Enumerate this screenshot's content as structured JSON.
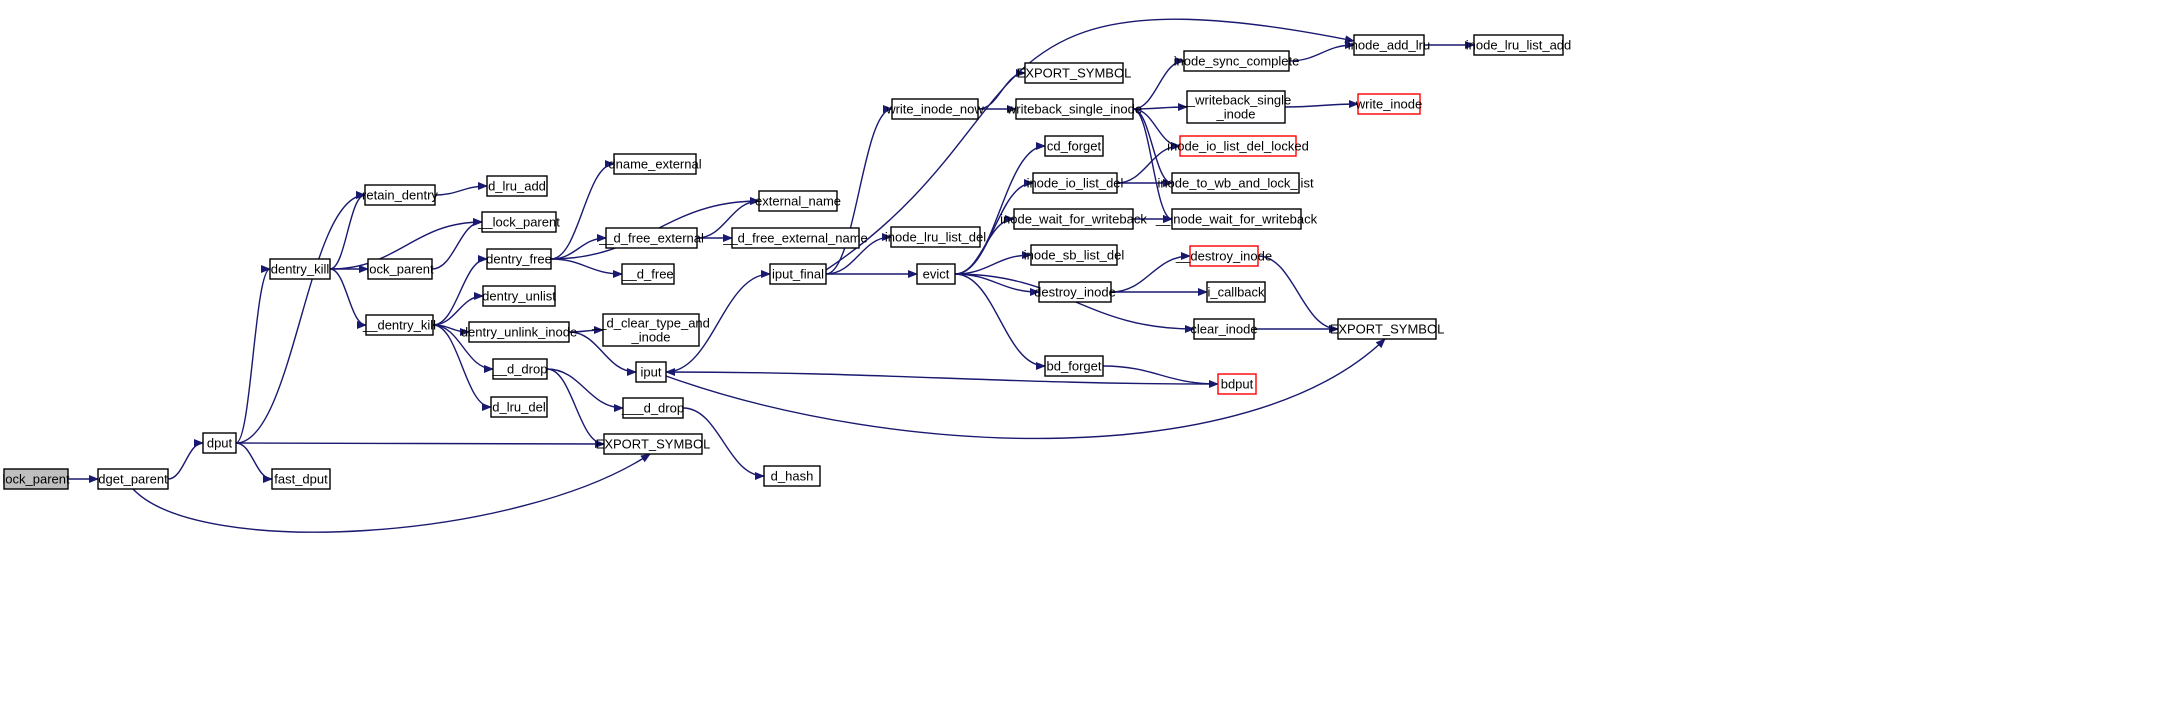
{
  "colors": {
    "edge": "#191970",
    "node_border": "#000000",
    "node_fill": "#ffffff",
    "root_fill": "#bfbfbf",
    "truncated_border": "#ff0000",
    "text": "#000000"
  },
  "nodes": [
    {
      "id": "lock_parent_root",
      "lines": [
        "lock_parent"
      ],
      "kind": "root"
    },
    {
      "id": "dget_parent",
      "lines": [
        "dget_parent"
      ],
      "kind": "normal"
    },
    {
      "id": "dput",
      "lines": [
        "dput"
      ],
      "kind": "normal"
    },
    {
      "id": "dentry_kill",
      "lines": [
        "dentry_kill"
      ],
      "kind": "normal"
    },
    {
      "id": "fast_dput",
      "lines": [
        "fast_dput"
      ],
      "kind": "normal"
    },
    {
      "id": "export_symbol_1",
      "lines": [
        "EXPORT_SYMBOL"
      ],
      "kind": "normal"
    },
    {
      "id": "retain_dentry",
      "lines": [
        "retain_dentry"
      ],
      "kind": "normal"
    },
    {
      "id": "lock_parent_2",
      "lines": [
        "lock_parent"
      ],
      "kind": "normal"
    },
    {
      "id": "__lock_parent",
      "lines": [
        "__lock_parent"
      ],
      "kind": "normal"
    },
    {
      "id": "__dentry_kill",
      "lines": [
        "__dentry_kill"
      ],
      "kind": "normal"
    },
    {
      "id": "d_lru_add",
      "lines": [
        "d_lru_add"
      ],
      "kind": "normal"
    },
    {
      "id": "dentry_free",
      "lines": [
        "dentry_free"
      ],
      "kind": "normal"
    },
    {
      "id": "dentry_unlist",
      "lines": [
        "dentry_unlist"
      ],
      "kind": "normal"
    },
    {
      "id": "dentry_unlink_inode",
      "lines": [
        "dentry_unlink_inode"
      ],
      "kind": "normal"
    },
    {
      "id": "__d_drop",
      "lines": [
        "__d_drop"
      ],
      "kind": "normal"
    },
    {
      "id": "d_lru_del",
      "lines": [
        "d_lru_del"
      ],
      "kind": "normal"
    },
    {
      "id": "dname_external",
      "lines": [
        "dname_external"
      ],
      "kind": "normal"
    },
    {
      "id": "external_name",
      "lines": [
        "external_name"
      ],
      "kind": "normal"
    },
    {
      "id": "__d_free_external",
      "lines": [
        "__d_free_external"
      ],
      "kind": "normal"
    },
    {
      "id": "__d_free_external_name",
      "lines": [
        "__d_free_external_name"
      ],
      "kind": "normal"
    },
    {
      "id": "__d_free",
      "lines": [
        "__d_free"
      ],
      "kind": "normal"
    },
    {
      "id": "__d_clear_type_and_inode",
      "lines": [
        "__d_clear_type_and",
        "_inode"
      ],
      "kind": "normal"
    },
    {
      "id": "iput",
      "lines": [
        "iput"
      ],
      "kind": "normal"
    },
    {
      "id": "___d_drop",
      "lines": [
        "___d_drop"
      ],
      "kind": "normal"
    },
    {
      "id": "d_hash",
      "lines": [
        "d_hash"
      ],
      "kind": "normal"
    },
    {
      "id": "iput_final",
      "lines": [
        "iput_final"
      ],
      "kind": "normal"
    },
    {
      "id": "write_inode_now",
      "lines": [
        "write_inode_now"
      ],
      "kind": "normal"
    },
    {
      "id": "inode_lru_list_del",
      "lines": [
        "inode_lru_list_del"
      ],
      "kind": "normal"
    },
    {
      "id": "evict",
      "lines": [
        "evict"
      ],
      "kind": "normal"
    },
    {
      "id": "export_symbol_2",
      "lines": [
        "EXPORT_SYMBOL"
      ],
      "kind": "normal"
    },
    {
      "id": "writeback_single_inode",
      "lines": [
        "writeback_single_inode"
      ],
      "kind": "normal"
    },
    {
      "id": "cd_forget",
      "lines": [
        "cd_forget"
      ],
      "kind": "normal"
    },
    {
      "id": "inode_io_list_del",
      "lines": [
        "inode_io_list_del"
      ],
      "kind": "normal"
    },
    {
      "id": "inode_wait_for_writeback",
      "lines": [
        "inode_wait_for_writeback"
      ],
      "kind": "normal"
    },
    {
      "id": "inode_sb_list_del",
      "lines": [
        "inode_sb_list_del"
      ],
      "kind": "normal"
    },
    {
      "id": "destroy_inode",
      "lines": [
        "destroy_inode"
      ],
      "kind": "normal"
    },
    {
      "id": "clear_inode",
      "lines": [
        "clear_inode"
      ],
      "kind": "normal"
    },
    {
      "id": "bd_forget",
      "lines": [
        "bd_forget"
      ],
      "kind": "normal"
    },
    {
      "id": "inode_sync_complete",
      "lines": [
        "inode_sync_complete"
      ],
      "kind": "normal"
    },
    {
      "id": "__writeback_single_inode",
      "lines": [
        "__writeback_single",
        "_inode"
      ],
      "kind": "normal"
    },
    {
      "id": "inode_io_list_del_locked",
      "lines": [
        "inode_io_list_del_locked"
      ],
      "kind": "truncated"
    },
    {
      "id": "inode_to_wb_and_lock_list",
      "lines": [
        "inode_to_wb_and_lock_list"
      ],
      "kind": "normal"
    },
    {
      "id": "__inode_wait_for_writeback",
      "lines": [
        "__inode_wait_for_writeback"
      ],
      "kind": "normal"
    },
    {
      "id": "__destroy_inode",
      "lines": [
        "__destroy_inode"
      ],
      "kind": "truncated"
    },
    {
      "id": "i_callback",
      "lines": [
        "i_callback"
      ],
      "kind": "normal"
    },
    {
      "id": "bdput",
      "lines": [
        "bdput"
      ],
      "kind": "truncated"
    },
    {
      "id": "inode_add_lru",
      "lines": [
        "inode_add_lru"
      ],
      "kind": "normal"
    },
    {
      "id": "inode_lru_list_add",
      "lines": [
        "inode_lru_list_add"
      ],
      "kind": "normal"
    },
    {
      "id": "write_inode",
      "lines": [
        "write_inode"
      ],
      "kind": "truncated"
    },
    {
      "id": "export_symbol_3",
      "lines": [
        "EXPORT_SYMBOL"
      ],
      "kind": "normal"
    }
  ],
  "edges": [
    {
      "from": "lock_parent_root",
      "to": "dget_parent"
    },
    {
      "from": "dget_parent",
      "to": "dput"
    },
    {
      "from": "dget_parent",
      "to": "export_symbol_1"
    },
    {
      "from": "dput",
      "to": "dentry_kill"
    },
    {
      "from": "dput",
      "to": "retain_dentry"
    },
    {
      "from": "dput",
      "to": "fast_dput"
    },
    {
      "from": "dput",
      "to": "export_symbol_1"
    },
    {
      "from": "dentry_kill",
      "to": "retain_dentry"
    },
    {
      "from": "dentry_kill",
      "to": "__lock_parent"
    },
    {
      "from": "dentry_kill",
      "to": "lock_parent_2"
    },
    {
      "from": "dentry_kill",
      "to": "__dentry_kill"
    },
    {
      "from": "retain_dentry",
      "to": "d_lru_add"
    },
    {
      "from": "lock_parent_2",
      "to": "__lock_parent"
    },
    {
      "from": "__dentry_kill",
      "to": "dentry_free"
    },
    {
      "from": "__dentry_kill",
      "to": "dentry_unlist"
    },
    {
      "from": "__dentry_kill",
      "to": "dentry_unlink_inode"
    },
    {
      "from": "__dentry_kill",
      "to": "__d_drop"
    },
    {
      "from": "__dentry_kill",
      "to": "d_lru_del"
    },
    {
      "from": "dentry_free",
      "to": "dname_external"
    },
    {
      "from": "dentry_free",
      "to": "external_name"
    },
    {
      "from": "dentry_free",
      "to": "__d_free_external"
    },
    {
      "from": "dentry_free",
      "to": "__d_free"
    },
    {
      "from": "__d_free_external",
      "to": "external_name"
    },
    {
      "from": "__d_free_external",
      "to": "__d_free_external_name"
    },
    {
      "from": "dentry_unlink_inode",
      "to": "__d_clear_type_and_inode"
    },
    {
      "from": "dentry_unlink_inode",
      "to": "iput"
    },
    {
      "from": "__d_drop",
      "to": "___d_drop"
    },
    {
      "from": "__d_drop",
      "to": "export_symbol_1"
    },
    {
      "from": "___d_drop",
      "to": "d_hash"
    },
    {
      "from": "iput",
      "to": "iput_final"
    },
    {
      "from": "iput",
      "to": "export_symbol_3"
    },
    {
      "from": "iput_final",
      "to": "inode_add_lru"
    },
    {
      "from": "iput_final",
      "to": "write_inode_now"
    },
    {
      "from": "iput_final",
      "to": "inode_lru_list_del"
    },
    {
      "from": "iput_final",
      "to": "evict"
    },
    {
      "from": "write_inode_now",
      "to": "export_symbol_2"
    },
    {
      "from": "write_inode_now",
      "to": "writeback_single_inode"
    },
    {
      "from": "writeback_single_inode",
      "to": "inode_sync_complete"
    },
    {
      "from": "writeback_single_inode",
      "to": "__writeback_single_inode"
    },
    {
      "from": "writeback_single_inode",
      "to": "inode_io_list_del_locked"
    },
    {
      "from": "writeback_single_inode",
      "to": "inode_to_wb_and_lock_list"
    },
    {
      "from": "writeback_single_inode",
      "to": "__inode_wait_for_writeback"
    },
    {
      "from": "inode_sync_complete",
      "to": "inode_add_lru"
    },
    {
      "from": "inode_add_lru",
      "to": "inode_lru_list_add"
    },
    {
      "from": "__writeback_single_inode",
      "to": "write_inode"
    },
    {
      "from": "evict",
      "to": "cd_forget"
    },
    {
      "from": "evict",
      "to": "inode_io_list_del"
    },
    {
      "from": "evict",
      "to": "inode_wait_for_writeback"
    },
    {
      "from": "evict",
      "to": "inode_sb_list_del"
    },
    {
      "from": "evict",
      "to": "destroy_inode"
    },
    {
      "from": "evict",
      "to": "clear_inode"
    },
    {
      "from": "evict",
      "to": "bd_forget"
    },
    {
      "from": "inode_io_list_del",
      "to": "inode_io_list_del_locked"
    },
    {
      "from": "inode_io_list_del",
      "to": "inode_to_wb_and_lock_list"
    },
    {
      "from": "inode_wait_for_writeback",
      "to": "__inode_wait_for_writeback"
    },
    {
      "from": "destroy_inode",
      "to": "__destroy_inode"
    },
    {
      "from": "destroy_inode",
      "to": "i_callback"
    },
    {
      "from": "__destroy_inode",
      "to": "export_symbol_3"
    },
    {
      "from": "clear_inode",
      "to": "export_symbol_3"
    },
    {
      "from": "bd_forget",
      "to": "bdput"
    },
    {
      "from": "bdput",
      "to": "iput"
    }
  ]
}
